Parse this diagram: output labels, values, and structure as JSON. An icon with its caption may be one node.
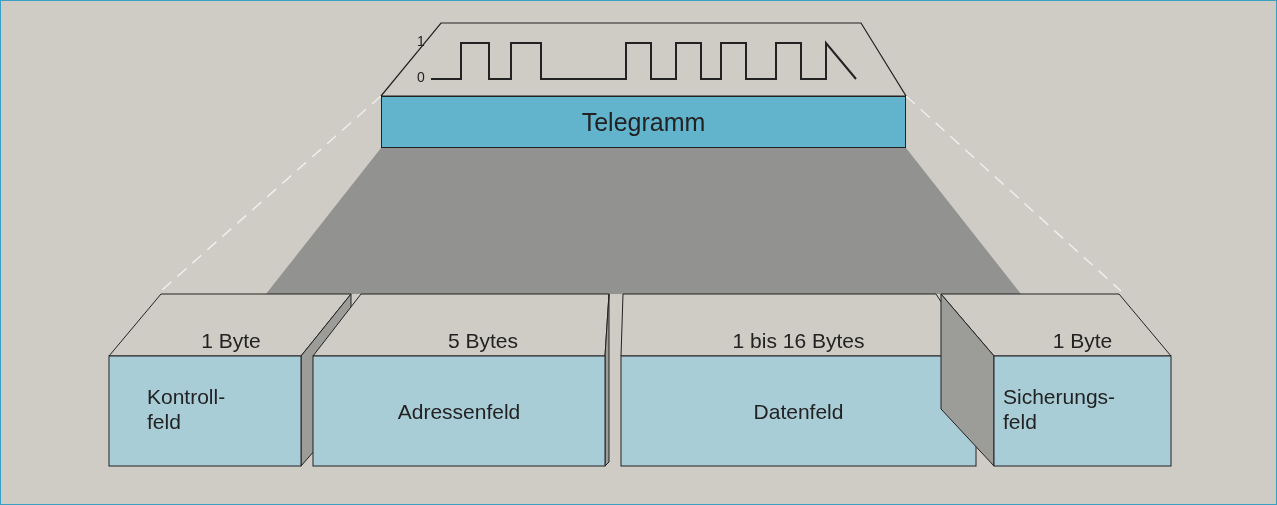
{
  "diagram": {
    "nodes": [
      {
        "text": [
          "Telegramm"
        ]
      },
      {
        "text": [
          "1 Byte",
          "Kontroll- feld"
        ]
      },
      {
        "text": [
          "5 Bytes",
          "Adressenfeld"
        ]
      },
      {
        "text": [
          "1 bis 16 Bytes",
          "Datenfeld"
        ]
      },
      {
        "text": [
          "1 Byte",
          "Sicherungs- feld"
        ]
      }
    ],
    "edges": [],
    "labels": [
      "1",
      "0"
    ]
  }
}
